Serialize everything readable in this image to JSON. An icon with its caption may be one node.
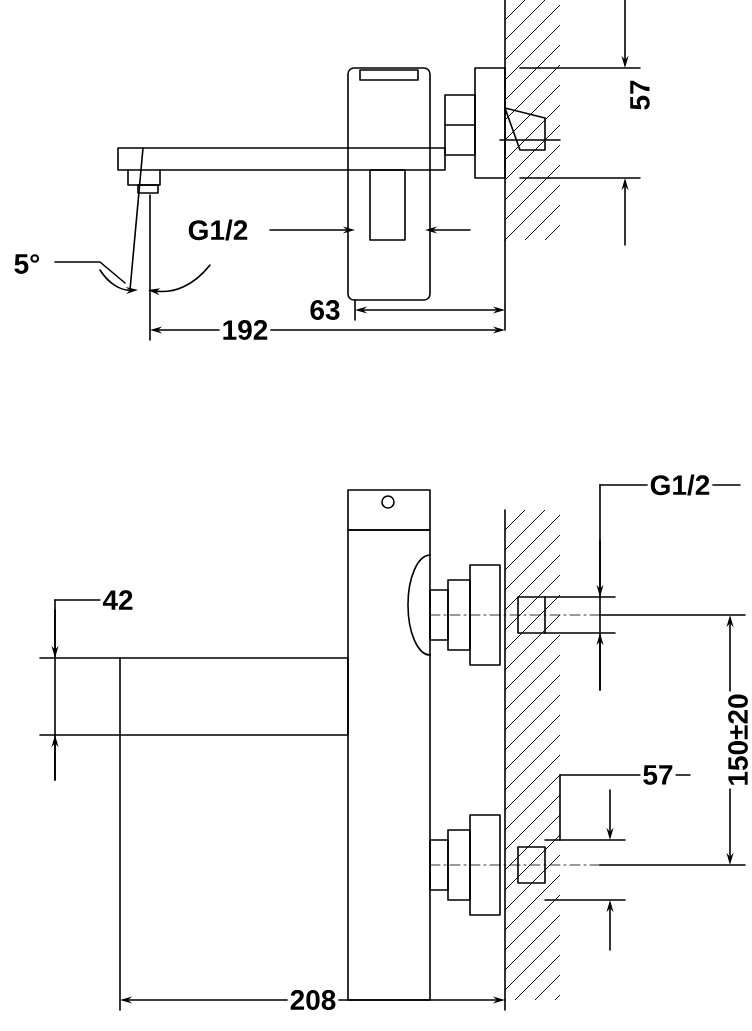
{
  "diagram": {
    "labels": [
      "57",
      "G1/2",
      "5°",
      "63",
      "192",
      "G1/2",
      "42",
      "150±20",
      "57",
      "208"
    ]
  }
}
